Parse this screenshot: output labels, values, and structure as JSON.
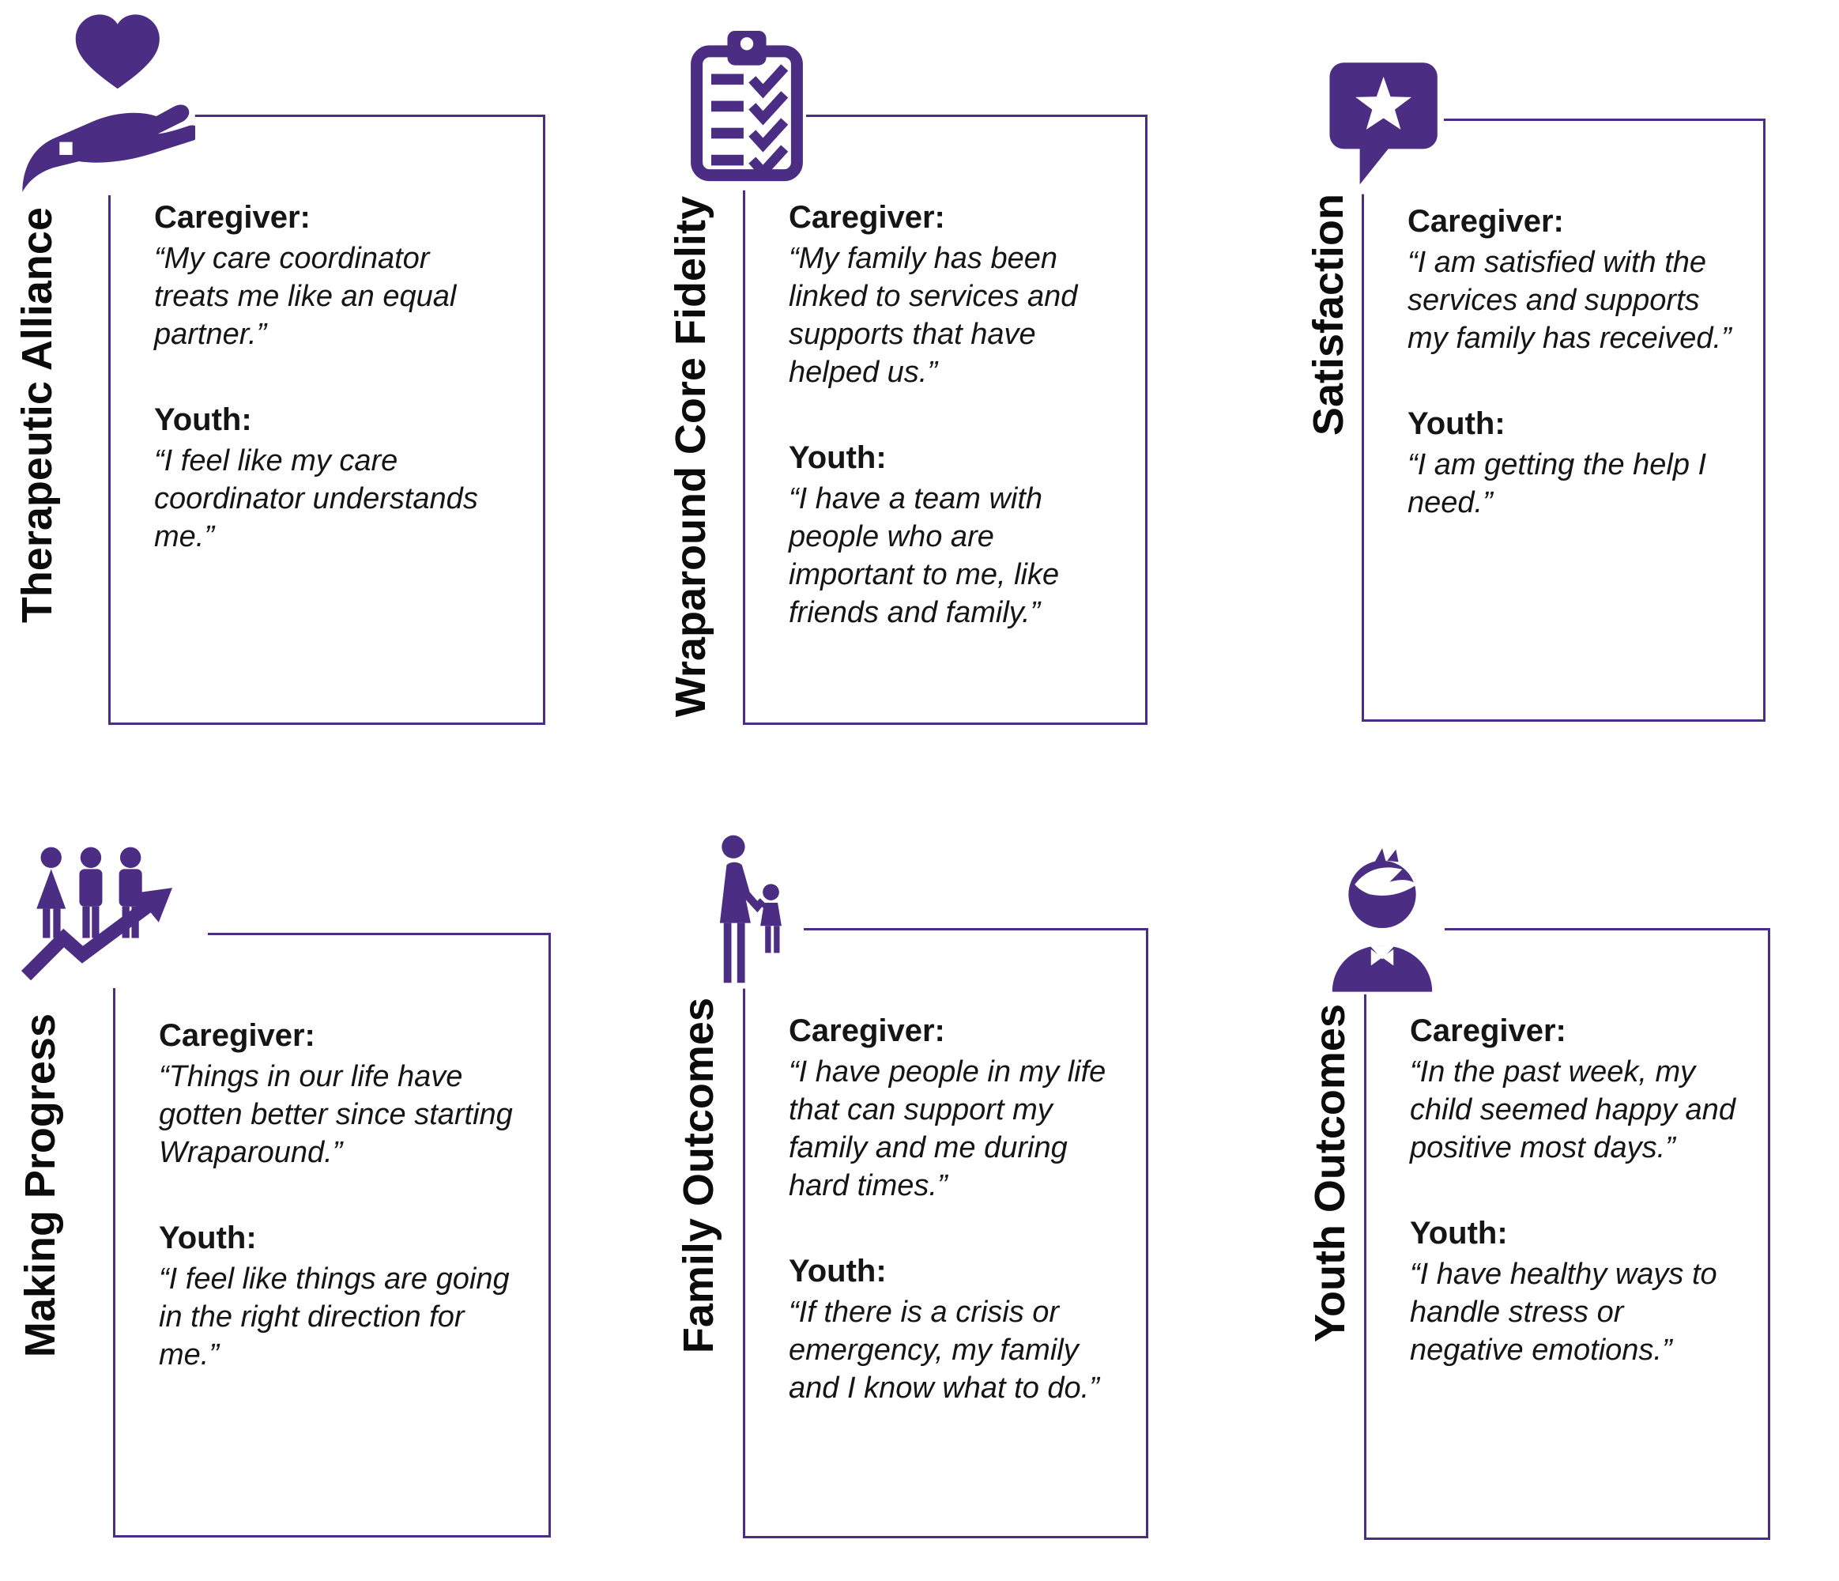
{
  "style": {
    "accent_purple": "#4B2E83",
    "box_border_purple": "#4B2E83",
    "text_color": "#151515",
    "background": "#ffffff"
  },
  "panels": [
    {
      "id": "therapeutic-alliance",
      "label": "Therapeutic Alliance",
      "icon": "hand-holding-heart-icon",
      "caregiver_heading": "Caregiver:",
      "caregiver_quote": "“My care coordinator treats me like an equal partner.”",
      "youth_heading": "Youth:",
      "youth_quote": "“I feel like my care coordinator understands me.”"
    },
    {
      "id": "wraparound-core-fidelity",
      "label": "Wraparound Core Fidelity",
      "icon": "clipboard-checklist-icon",
      "caregiver_heading": "Caregiver:",
      "caregiver_quote": "“My family has been linked to services and supports that have helped us.”",
      "youth_heading": "Youth:",
      "youth_quote": "“I have a team with people who are important to me, like friends and family.”"
    },
    {
      "id": "satisfaction",
      "label": "Satisfaction",
      "icon": "star-speech-bubble-icon",
      "caregiver_heading": "Caregiver:",
      "caregiver_quote": "“I am satisfied with the services and supports my family has received.”",
      "youth_heading": "Youth:",
      "youth_quote": "“I am getting the help I need.”"
    },
    {
      "id": "making-progress",
      "label": "Making Progress",
      "icon": "people-rising-arrow-icon",
      "caregiver_heading": "Caregiver:",
      "caregiver_quote": "“Things in our life have gotten better since starting Wraparound.”",
      "youth_heading": "Youth:",
      "youth_quote": "“I feel like things are going in the right direction for me.”"
    },
    {
      "id": "family-outcomes",
      "label": "Family Outcomes",
      "icon": "adult-and-child-icon",
      "caregiver_heading": "Caregiver:",
      "caregiver_quote": "“I have people in my life that can support my family and me during hard times.”",
      "youth_heading": "Youth:",
      "youth_quote": "“If there is a crisis or emergency, my family and I know what to do.”"
    },
    {
      "id": "youth-outcomes",
      "label": "Youth Outcomes",
      "icon": "boy-avatar-icon",
      "caregiver_heading": "Caregiver:",
      "caregiver_quote": "“In the past week, my child seemed happy and positive most days.”",
      "youth_heading": "Youth:",
      "youth_quote": "“I have healthy ways to handle stress or negative emotions.”"
    }
  ]
}
